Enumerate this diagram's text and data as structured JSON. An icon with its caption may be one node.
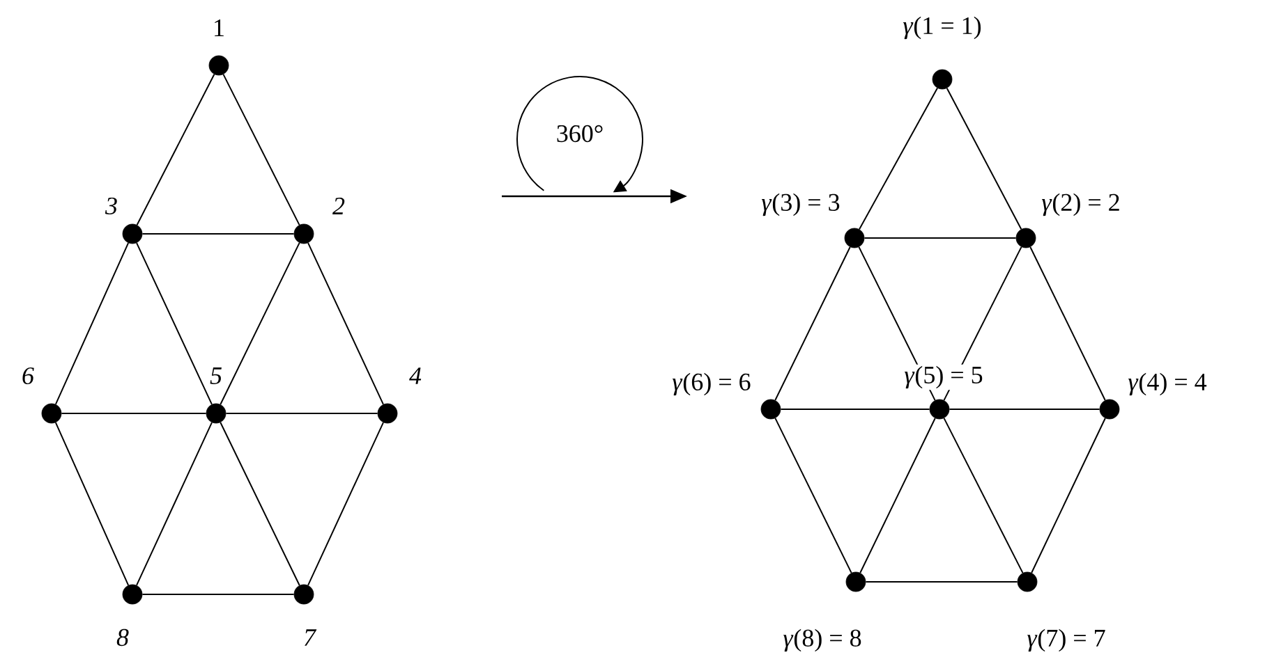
{
  "diagram": {
    "nodes": [
      {
        "text": [],
        "shape": "circle",
        "beside": [
          "1"
        ]
      },
      {
        "text": [],
        "shape": "circle",
        "beside": [
          "3"
        ]
      },
      {
        "text": [],
        "shape": "circle",
        "beside": [
          "2"
        ]
      },
      {
        "text": [],
        "shape": "circle",
        "beside": [
          "6"
        ]
      },
      {
        "text": [],
        "shape": "circle",
        "beside": [
          "5"
        ]
      },
      {
        "text": [],
        "shape": "circle",
        "beside": [
          "4"
        ]
      },
      {
        "text": [],
        "shape": "circle",
        "beside": [
          "8"
        ]
      },
      {
        "text": [],
        "shape": "circle",
        "beside": [
          "7"
        ]
      },
      {
        "text": [],
        "shape": "circle",
        "beside": [
          "*γ*(1 = 1)"
        ]
      },
      {
        "text": [],
        "shape": "circle",
        "beside": [
          "*γ*(3) = 3"
        ]
      },
      {
        "text": [],
        "shape": "circle",
        "beside": [
          "*γ*(2) = 2"
        ]
      },
      {
        "text": [],
        "shape": "circle",
        "beside": [
          "*γ*(6) = 6"
        ]
      },
      {
        "text": [],
        "shape": "circle",
        "beside": [
          "*γ*(5) = 5"
        ]
      },
      {
        "text": [],
        "shape": "circle",
        "beside": [
          "*γ*(4) = 4"
        ]
      },
      {
        "text": [],
        "shape": "circle",
        "beside": [
          "*γ*(8) = 8"
        ]
      },
      {
        "text": [],
        "shape": "circle",
        "beside": [
          "*γ*(7) = 7"
        ]
      }
    ],
    "edges": [
      {
        "from": 0,
        "to": 1,
        "arrow": "none"
      },
      {
        "from": 0,
        "to": 2,
        "arrow": "none"
      },
      {
        "from": 1,
        "to": 2,
        "arrow": "none"
      },
      {
        "from": 1,
        "to": 3,
        "arrow": "none"
      },
      {
        "from": 1,
        "to": 4,
        "arrow": "none"
      },
      {
        "from": 2,
        "to": 4,
        "arrow": "none"
      },
      {
        "from": 2,
        "to": 5,
        "arrow": "none"
      },
      {
        "from": 3,
        "to": 4,
        "arrow": "none"
      },
      {
        "from": 4,
        "to": 5,
        "arrow": "none"
      },
      {
        "from": 3,
        "to": 6,
        "arrow": "none"
      },
      {
        "from": 4,
        "to": 6,
        "arrow": "none"
      },
      {
        "from": 4,
        "to": 7,
        "arrow": "none"
      },
      {
        "from": 5,
        "to": 7,
        "arrow": "none"
      },
      {
        "from": 6,
        "to": 7,
        "arrow": "none"
      },
      {
        "from": 8,
        "to": 9,
        "arrow": "none"
      },
      {
        "from": 8,
        "to": 10,
        "arrow": "none"
      },
      {
        "from": 9,
        "to": 10,
        "arrow": "none"
      },
      {
        "from": 9,
        "to": 11,
        "arrow": "none"
      },
      {
        "from": 9,
        "to": 12,
        "arrow": "none"
      },
      {
        "from": 10,
        "to": 12,
        "arrow": "none"
      },
      {
        "from": 10,
        "to": 13,
        "arrow": "none"
      },
      {
        "from": 11,
        "to": 12,
        "arrow": "none"
      },
      {
        "from": 12,
        "to": 13,
        "arrow": "none"
      },
      {
        "from": 11,
        "to": 14,
        "arrow": "none"
      },
      {
        "from": 12,
        "to": 14,
        "arrow": "none"
      },
      {
        "from": 12,
        "to": 15,
        "arrow": "none"
      },
      {
        "from": 13,
        "to": 15,
        "arrow": "none"
      },
      {
        "from": 14,
        "to": 15,
        "arrow": "none"
      }
    ],
    "labels": [
      "360°"
    ]
  }
}
